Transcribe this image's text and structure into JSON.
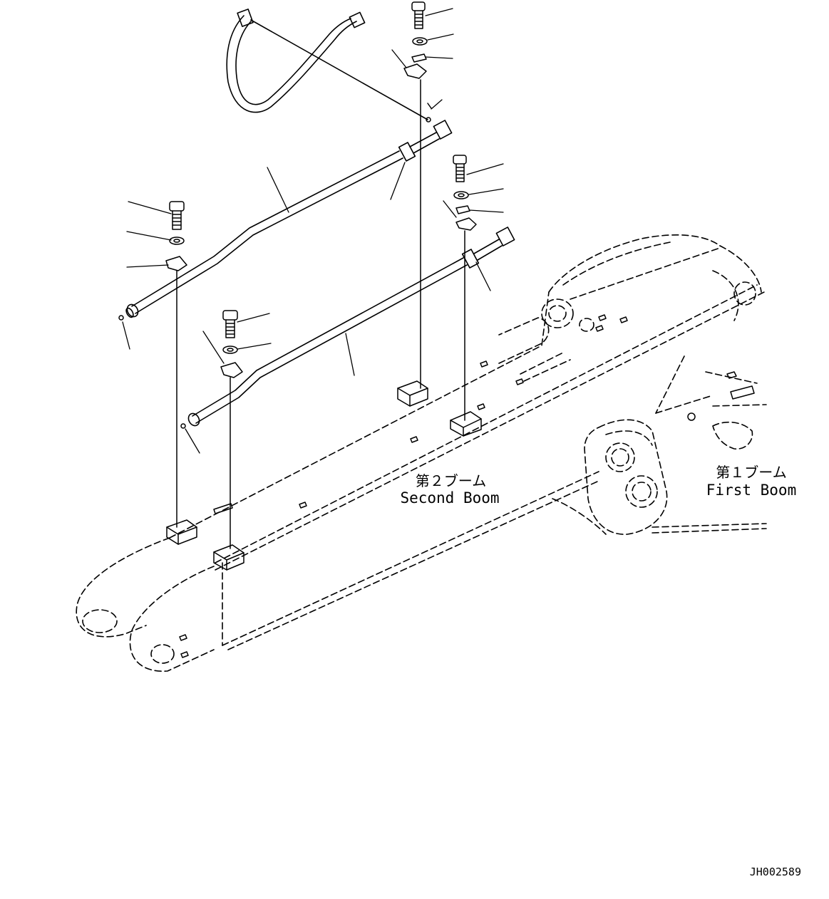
{
  "labels": {
    "second_boom_jp": "第２ブーム",
    "second_boom_en": "Second Boom",
    "first_boom_jp": "第１ブーム",
    "first_boom_en": "First Boom"
  },
  "drawing_code": "JH002589",
  "colors": {
    "line": "#000000",
    "background": "#ffffff"
  }
}
